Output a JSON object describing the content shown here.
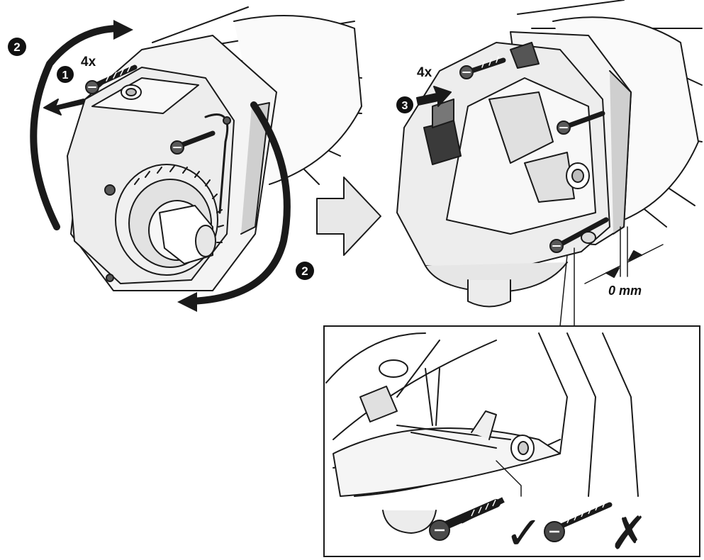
{
  "left": {
    "count_label": "4x",
    "step_remove": "1",
    "step_rotate_top": "2",
    "step_rotate_right": "2"
  },
  "right": {
    "count_label": "4x",
    "step_insert": "3",
    "gap_label": "0 mm"
  },
  "inset": {
    "correct_symbol": "✓",
    "wrong_symbol": "✗"
  },
  "colors": {
    "line": "#1a1a1a",
    "housing_fill": "#f2f2f2",
    "shade": "#bdbdbd",
    "dark": "#3a3a3a",
    "arrow_fill": "#e8e8e8"
  }
}
